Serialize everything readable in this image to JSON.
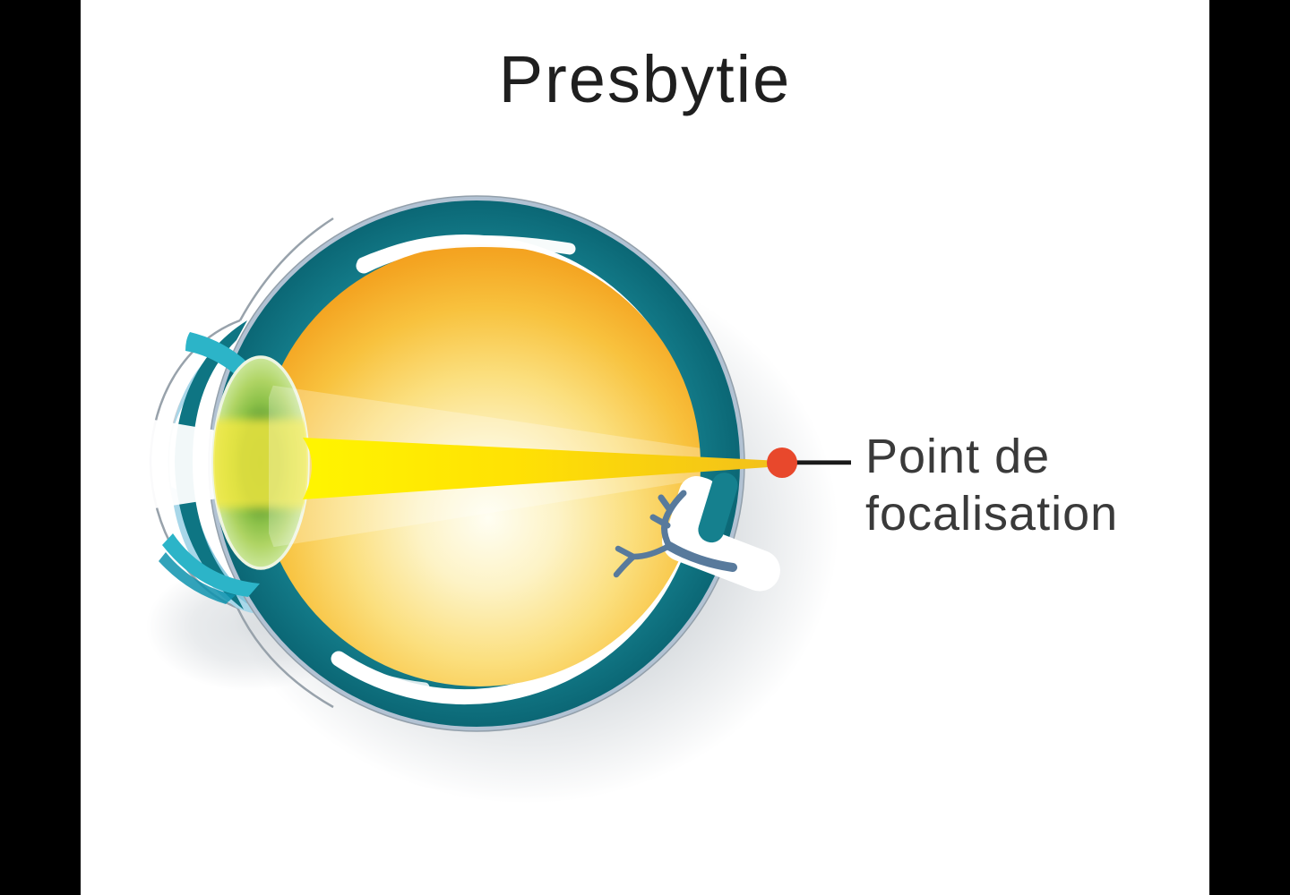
{
  "page": {
    "title": "Presbytie"
  },
  "annotation": {
    "label": "Point de focalisation",
    "dot_color": "#E8482C",
    "line_color": "#1A1A1A"
  },
  "figure": {
    "name": "presbyopia-eye-cross-section",
    "colors": {
      "side_bars": "#000000",
      "background": "#FFFFFF",
      "sclera_teal": "#15808E",
      "sclera_rim_silver": "#B2C2D3",
      "cornea_white": "#FFFFFF",
      "cornea_shading_blue": "#A8D7E9",
      "iris_ciliary_cyan": "#2CB4C8",
      "lens_outer_green": "#CBE79B",
      "lens_core_green": "#5C9830",
      "vitreous_orange_edge": "#F0901A",
      "vitreous_center": "#FFFEF2",
      "light_beam_yellow": "#FFF500",
      "light_beam_gold": "#F2BF1B",
      "blood_vessel_slate": "#587A9C"
    }
  }
}
